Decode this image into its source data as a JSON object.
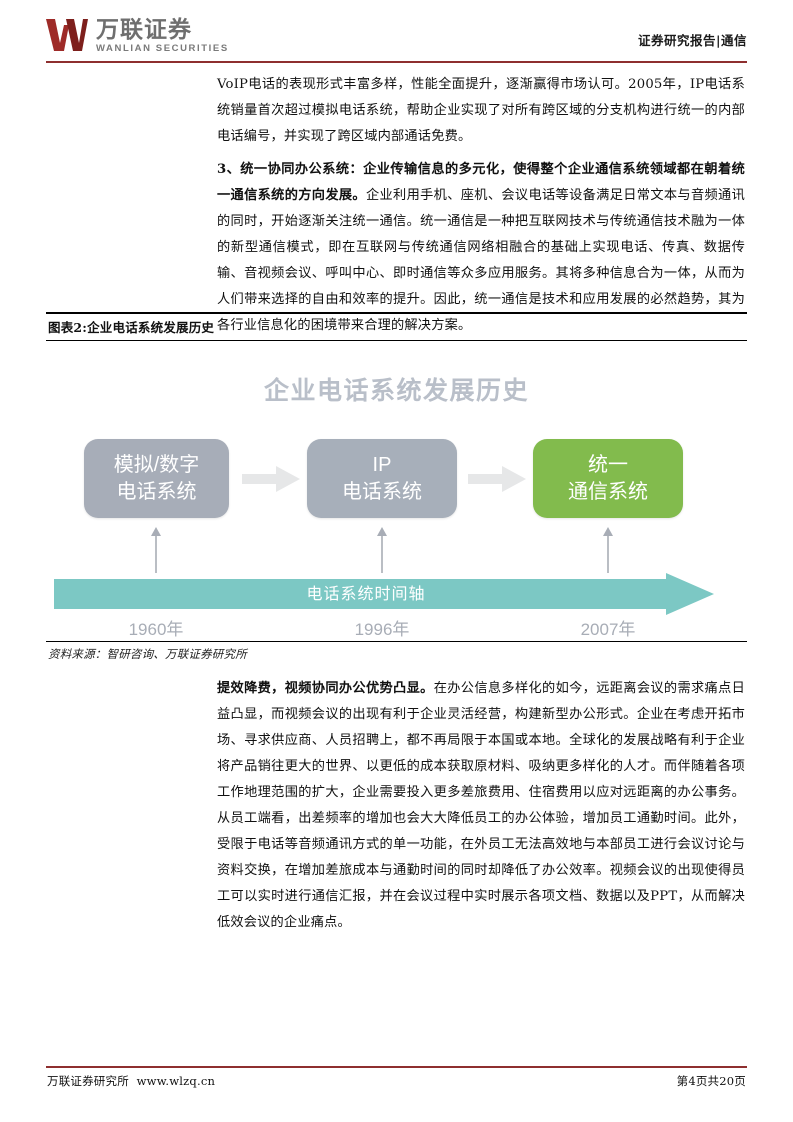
{
  "header": {
    "logo_cn": "万联证券",
    "logo_en": "WANLIAN SECURITIES",
    "logo_mark": "W",
    "report_tag": "证券研究报告|通信",
    "brand_color": "#8e2f2f"
  },
  "body": {
    "paragraph_1": "VoIP电话的表现形式丰富多样，性能全面提升，逐渐赢得市场认可。2005年，IP电话系统销量首次超过模拟电话系统，帮助企业实现了对所有跨区域的分支机构进行统一的内部电话编号，并实现了跨区域内部通话免费。",
    "paragraph_2_bold": "3、统一协同办公系统：企业传输信息的多元化，使得整个企业通信系统领域都在朝着统一通信系统的方向发展。",
    "paragraph_2_rest": "企业利用手机、座机、会议电话等设备满足日常文本与音频通讯的同时，开始逐渐关注统一通信。统一通信是一种把互联网技术与传统通信技术融为一体的新型通信模式，即在互联网与传统通信网络相融合的基础上实现电话、传真、数据传输、音视频会议、呼叫中心、即时通信等众多应用服务。其将多种信息合为一体，从而为人们带来选择的自由和效率的提升。因此，统一通信是技术和应用发展的必然趋势，其为各行业信息化的困境带来合理的解决方案。",
    "paragraph_3_bold": "提效降费，视频协同办公优势凸显。",
    "paragraph_3_rest": "在办公信息多样化的如今，远距离会议的需求痛点日益凸显，而视频会议的出现有利于企业灵活经营，构建新型办公形式。企业在考虑开拓市场、寻求供应商、人员招聘上，都不再局限于本国或本地。全球化的发展战略有利于企业将产品销往更大的世界、以更低的成本获取原材料、吸纳更多样化的人才。而伴随着各项工作地理范围的扩大，企业需要投入更多差旅费用、住宿费用以应对远距离的办公事务。从员工端看，出差频率的增加也会大大降低员工的办公体验，增加员工通勤时间。此外，受限于电话等音频通讯方式的单一功能，在外员工无法高效地与本部员工进行会议讨论与资料交换，在增加差旅成本与通勤时间的同时却降低了办公效率。视频会议的出现使得员工可以实时进行通信汇报，并在会议过程中实时展示各项文档、数据以及PPT，从而解决低效会议的企业痛点。"
  },
  "figure": {
    "caption": "图表2:企业电话系统发展历史",
    "source": "资料来源：智研咨询、万联证券研究所",
    "diagram": {
      "title": "企业电话系统发展历史",
      "timeline_label": "电话系统时间轴",
      "stages": [
        {
          "line1": "模拟/数字",
          "line2": "电话系统",
          "year": "1960年",
          "color": "#a7adb8"
        },
        {
          "line1": "IP",
          "line2": "电话系统",
          "year": "1996年",
          "color": "#a7afba"
        },
        {
          "line1": "统一",
          "line2": "通信系统",
          "year": "2007年",
          "color": "#82bb4d"
        }
      ],
      "timeline_color": "#7cc8c4",
      "chevron_color": "#e6e7e8",
      "title_color": "#b9bfc9"
    }
  },
  "footer": {
    "org": "万联证券研究所",
    "website": "www.wlzq.cn",
    "page_number": "第4页共20页"
  }
}
